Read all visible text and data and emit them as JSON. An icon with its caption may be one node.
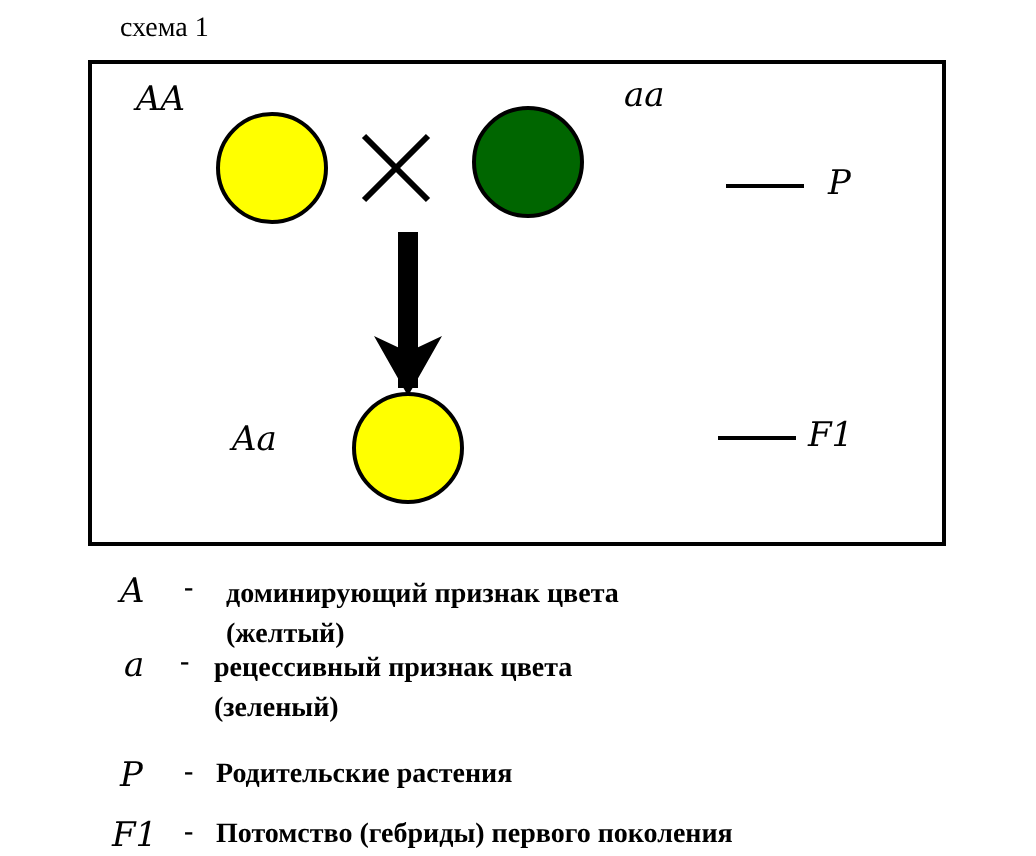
{
  "diagram": {
    "title": "схема 1",
    "nodes": [
      {
        "text": [],
        "shape": "box"
      },
      {
        "text": [],
        "shape": "circle",
        "beside": [
          "AA"
        ],
        "in": 0
      },
      {
        "text": [],
        "shape": "circle",
        "beside": [
          "aa"
        ],
        "in": 0
      },
      {
        "text": [],
        "shape": "circle",
        "beside": [
          "Aa"
        ],
        "in": 0
      }
    ],
    "edges": [
      {
        "from": null,
        "to": 3,
        "arrow": "to"
      }
    ],
    "labels": [
      "P",
      "F1",
      "A",
      "-",
      "доминирующий признак цвета (желтый)",
      "a",
      "-",
      "рецессивный признак цвета (зеленый)",
      "P",
      "-",
      "Родительские растения",
      "F1",
      "-",
      "Потомство (гебриды) первого поколения"
    ]
  }
}
